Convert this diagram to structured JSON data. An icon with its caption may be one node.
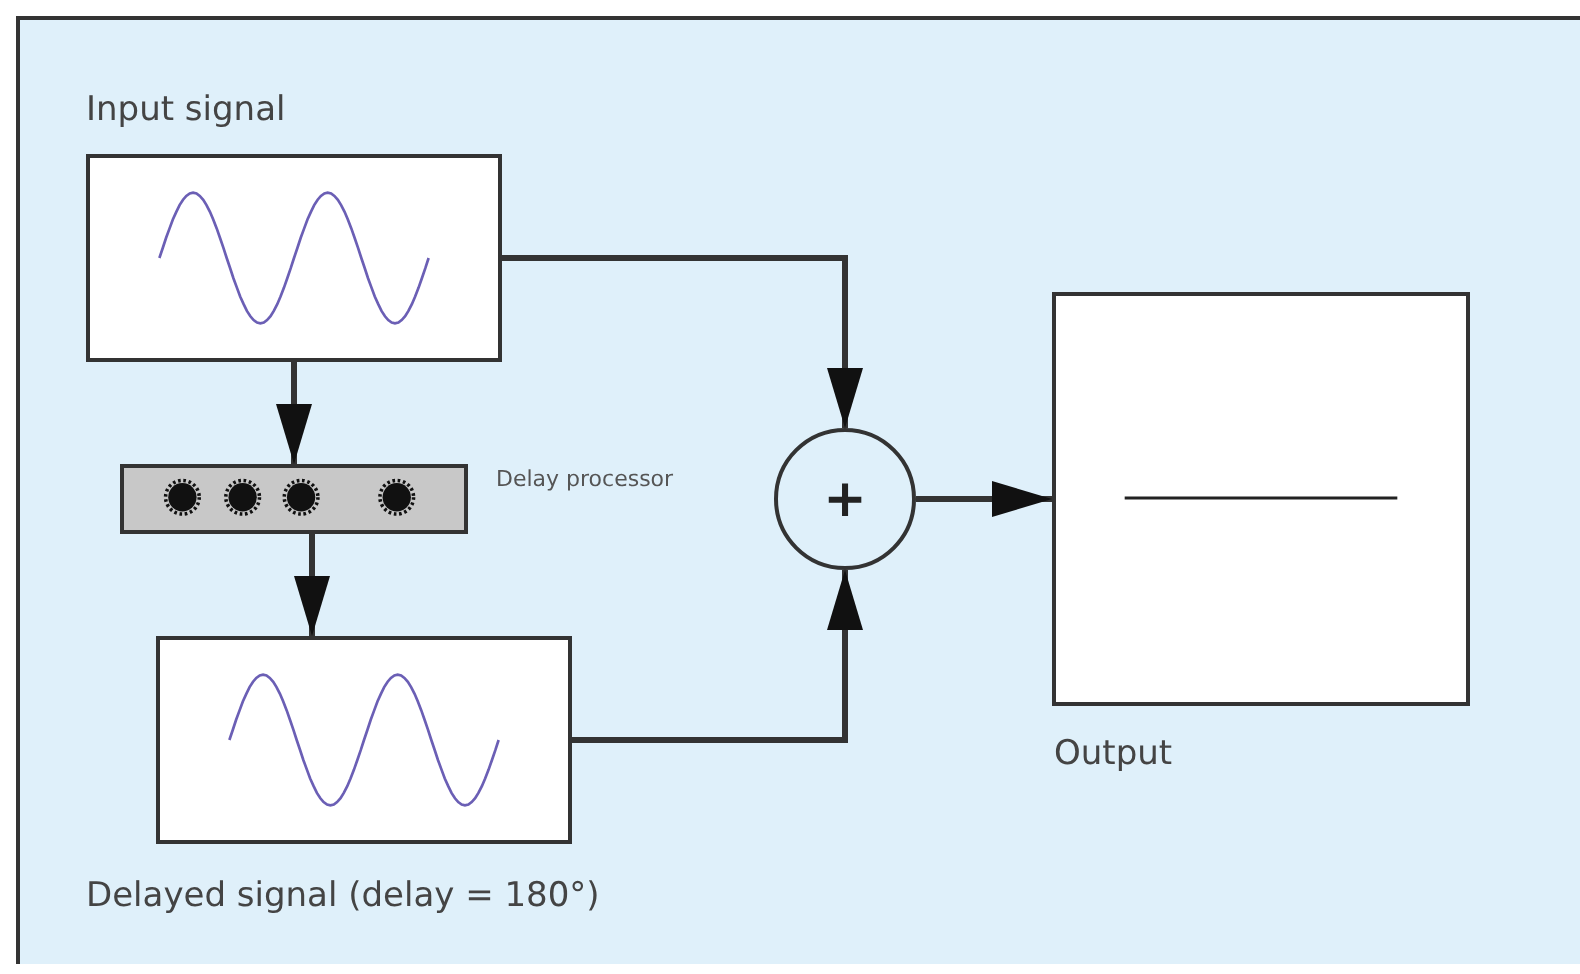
{
  "diagram": {
    "nodes": [
      {
        "text": [
          "Input signal"
        ]
      },
      {
        "text": [],
        "shape": "bar",
        "beside": [
          "Delay processor"
        ]
      },
      {
        "text": [
          "Delayed signal (delay = 180°)"
        ]
      },
      {
        "text": [
          "+"
        ]
      },
      {
        "text": [
          "Output"
        ]
      }
    ],
    "edges": [
      {
        "from": 0,
        "to": 1,
        "arrow": "to"
      },
      {
        "from": 1,
        "to": 2,
        "arrow": "to"
      },
      {
        "from": 0,
        "to": 3,
        "arrow": "to"
      },
      {
        "from": 2,
        "to": 3,
        "arrow": "to"
      },
      {
        "from": 3,
        "to": 4,
        "arrow": "to"
      }
    ]
  }
}
